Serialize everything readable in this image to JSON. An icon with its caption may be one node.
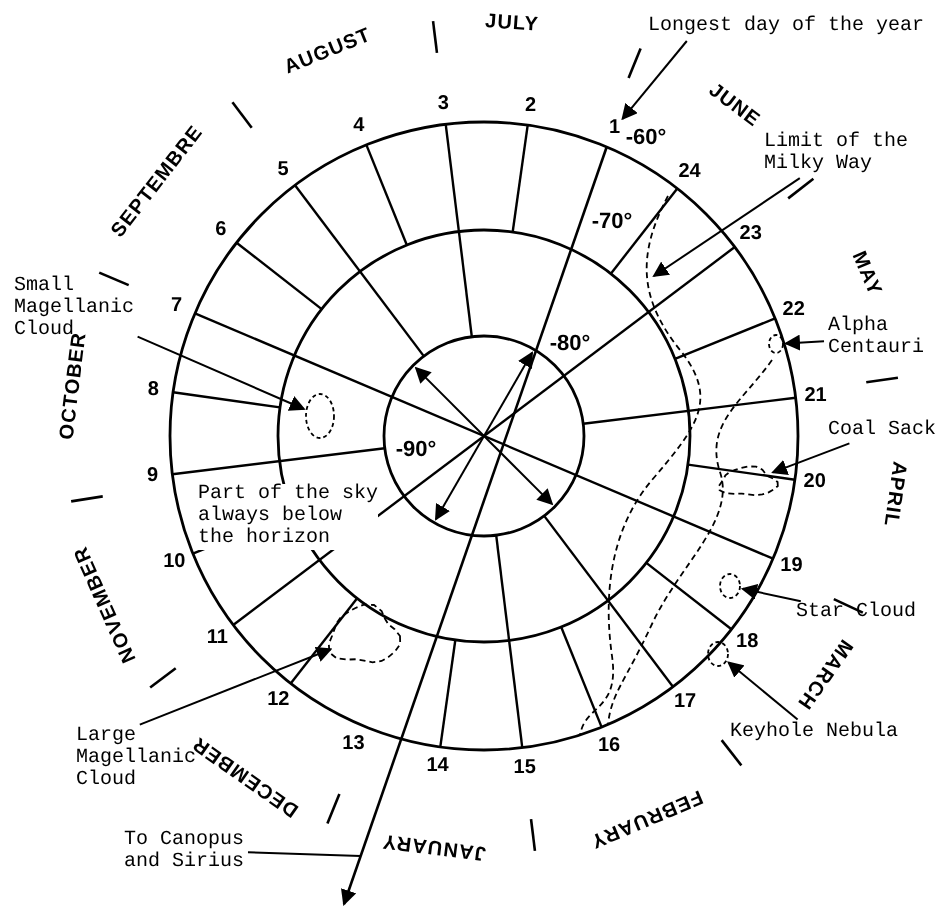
{
  "diagram": {
    "nodes": [
      {
        "text": [
          "Longest day of the year"
        ]
      },
      {
        "text": [
          "Limit of the Milky Way"
        ]
      },
      {
        "text": [
          "Alpha Centauri"
        ]
      },
      {
        "text": [],
        "shape": "circle"
      },
      {
        "text": [
          "Coal Sack"
        ]
      },
      {
        "text": [],
        "shape": "cloud"
      },
      {
        "text": [
          "Star Cloud"
        ]
      },
      {
        "text": [],
        "shape": "circle"
      },
      {
        "text": [
          "Keyhole Nebula"
        ]
      },
      {
        "text": [],
        "shape": "circle"
      },
      {
        "text": [
          "Small Magellanic Cloud"
        ]
      },
      {
        "text": [],
        "shape": "circle"
      },
      {
        "text": [
          "Large Magellanic Cloud"
        ]
      },
      {
        "text": [],
        "shape": "cloud"
      },
      {
        "text": [
          "To Canopus and Sirius"
        ]
      },
      {
        "text": [
          "1"
        ]
      }
    ],
    "edges": [
      {
        "from": 0,
        "to": 15,
        "arrow": "to"
      },
      {
        "from": 1,
        "to": null,
        "arrow": "to"
      },
      {
        "from": 2,
        "to": 3,
        "arrow": "to"
      },
      {
        "from": 4,
        "to": 5,
        "arrow": "to"
      },
      {
        "from": 6,
        "to": 7,
        "arrow": "to"
      },
      {
        "from": 8,
        "to": 9,
        "arrow": "to"
      },
      {
        "from": 10,
        "to": 11,
        "arrow": "to"
      },
      {
        "from": 12,
        "to": 13,
        "arrow": "to"
      },
      {
        "from": 14,
        "to": null,
        "arrow": "none"
      }
    ],
    "labels": [
      "JULY",
      "JUNE",
      "MAY",
      "APRIL",
      "MARCH",
      "FEBRUARY",
      "JANUARY",
      "DECEMBER",
      "NOVEMBER",
      "OCTOBER",
      "SEPTEMBRE",
      "AUGUST",
      "2",
      "3",
      "4",
      "5",
      "6",
      "7",
      "8",
      "9",
      "10",
      "11",
      "12",
      "13",
      "14",
      "15",
      "16",
      "17",
      "18",
      "19",
      "20",
      "21",
      "22",
      "23",
      "24",
      "-60°",
      "-70°",
      "-80°",
      "-90°",
      "Part of the sky always below the horizon"
    ]
  }
}
